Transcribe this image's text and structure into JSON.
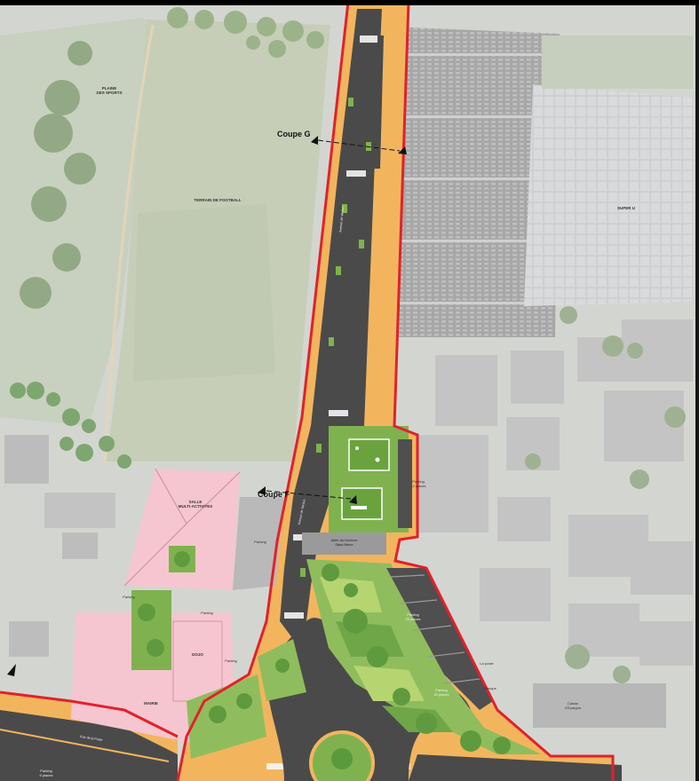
{
  "labels": {
    "plaine_sports": "PLAINE\nDES SPORTS",
    "terrain_football": "TERRAIN DE FOOTBALL",
    "super_u": "SUPER U",
    "salle_multi": "SALLE\nMULTI-ACTIVITES",
    "parking_a": "Parking",
    "parking_b": "Parking",
    "parking_c": "Parking",
    "parking_d": "Parking",
    "parking_12": "Parking\n12 places",
    "parking_25": "Parking\n25 places",
    "parking_22": "Parking\n22 places",
    "parking_bottom": "Parking\n9 places",
    "dojo": "DOJO",
    "mairie": "MAIRIE",
    "allee": "Allée du Docteur\nSaint-Mexe",
    "la_poste": "La poste",
    "banque": "Banque",
    "caisse": "Caisse\nd'Epargne"
  },
  "coupes": {
    "g": "Coupe G",
    "f": "Coupe F"
  },
  "streets": {
    "avenue_upper": "Avenue de Verdun",
    "avenue_lower": "Avenue de Verdun",
    "rue_bottom": "Rue de la Poste"
  },
  "icons": [
    "section-marker-icon",
    "north-arrow-icon"
  ],
  "colors": {
    "road": "#4a4a4a",
    "sidewalk": "#f2b55e",
    "boundary": "#e3202b",
    "green_space": "#7fb24e",
    "pink_building": "#f5c6cf",
    "parking_surface": "#c9c9c9"
  }
}
